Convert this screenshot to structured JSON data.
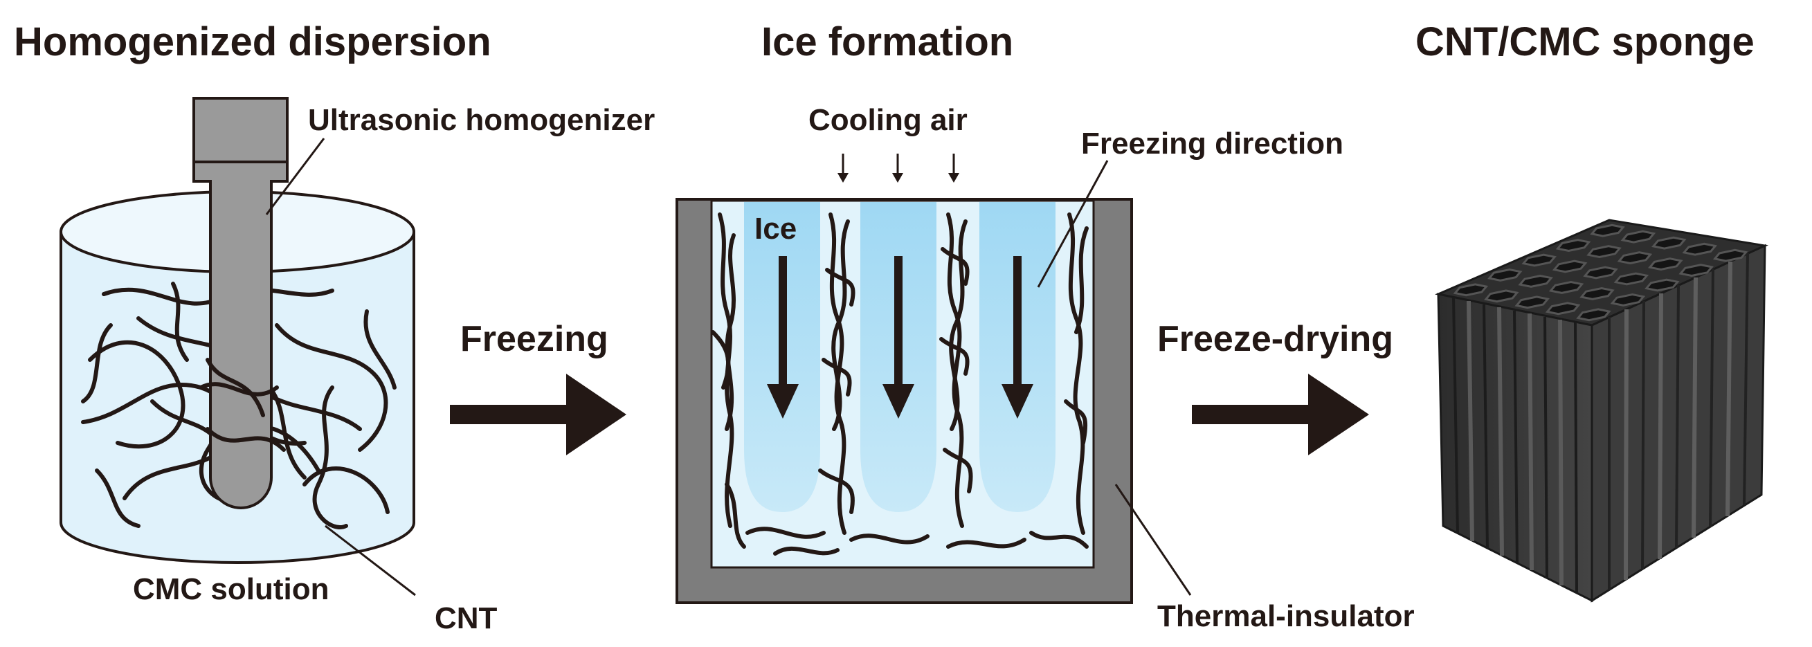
{
  "titles": {
    "dispersion": "Homogenized dispersion",
    "ice": "Ice formation",
    "sponge": "CNT/CMC sponge"
  },
  "labels": {
    "homogenizer": "Ultrasonic homogenizer",
    "cmc_solution": "CMC solution",
    "cnt": "CNT",
    "cooling_air": "Cooling air",
    "freezing_direction": "Freezing direction",
    "ice": "Ice",
    "thermal_insulator": "Thermal-insulator"
  },
  "steps": {
    "freezing": "Freezing",
    "freeze_drying": "Freeze-drying"
  },
  "colors": {
    "text": "#231815",
    "solution": "#dff2fb",
    "ice": "#a9dcf5",
    "insulator": "#7d7d7d",
    "probe": "#9a9a9a",
    "sponge": "#3a3a3a"
  }
}
